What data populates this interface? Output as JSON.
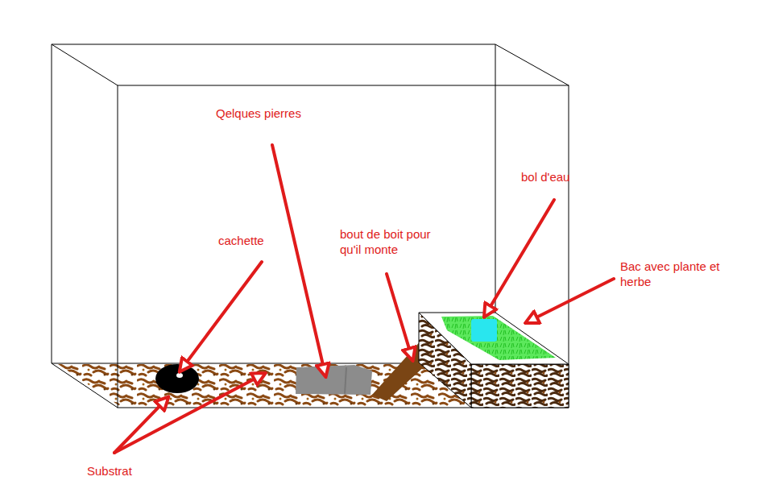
{
  "diagram": {
    "labels": [
      "Qelques pierres",
      "cachette",
      "bout de boit pour qu'il monte",
      "bol d'eau",
      "Bac avec plante et herbe",
      "Substrat"
    ]
  }
}
